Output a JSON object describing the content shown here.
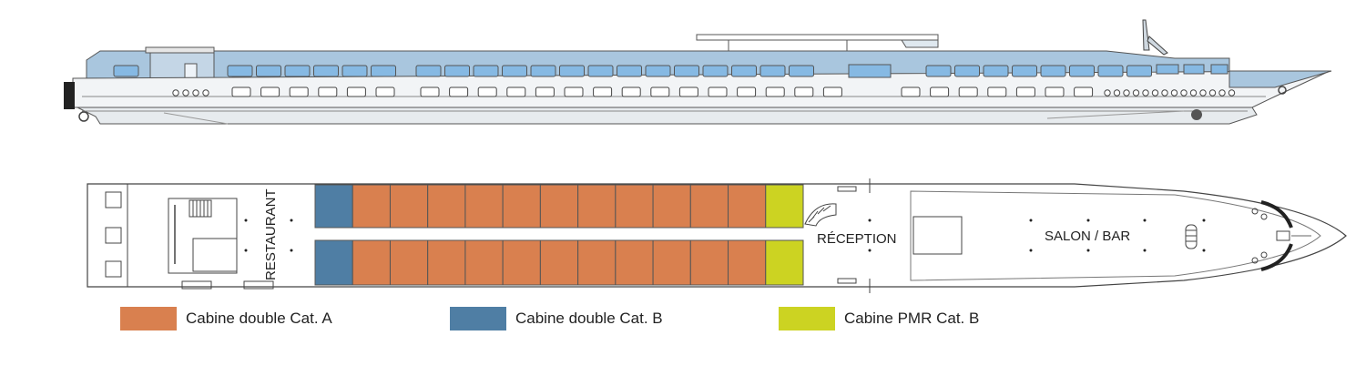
{
  "colors": {
    "cat_a": "#d9804f",
    "cat_b": "#4f7ea4",
    "pmr": "#ccd322",
    "hull_blue": "#a9c6de",
    "window_blue": "#86b9e3",
    "outline": "#444444"
  },
  "deck_plan": {
    "restaurant_label": "RESTAURANT",
    "reception_label": "RÉCEPTION",
    "salon_label": "SALON / BAR",
    "cabins_per_row": 13
  },
  "legend": [
    {
      "label": "Cabine double Cat. A",
      "color": "#d9804f"
    },
    {
      "label": "Cabine double Cat. B",
      "color": "#4f7ea4"
    },
    {
      "label": "Cabine PMR Cat. B",
      "color": "#ccd322"
    }
  ]
}
